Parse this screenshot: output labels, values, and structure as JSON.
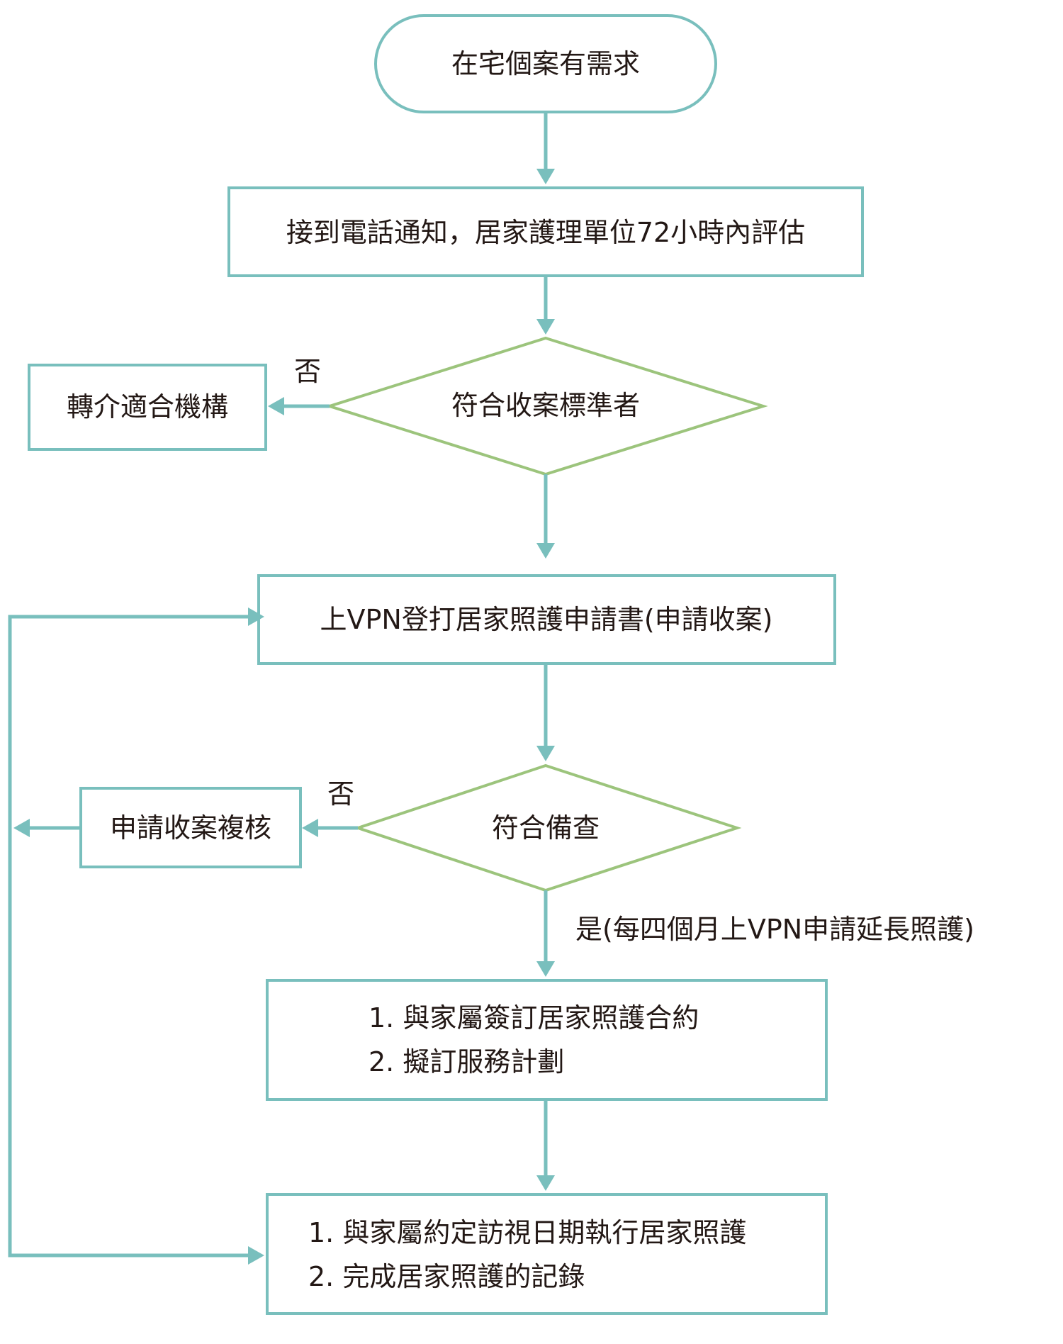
{
  "diagram": {
    "colors": {
      "box_stroke": "#79bfbd",
      "diamond_stroke": "#9cc47c",
      "arrow": "#79bfbd",
      "text": "#231815"
    },
    "nodes": {
      "start": "在宅個案有需求",
      "phone_notice": "接到電話通知，居家護理單位72小時內評估",
      "criteria_decision": "符合收案標準者",
      "referral": "轉介適合機構",
      "vpn_apply": "上VPN登打居家照護申請書(申請收案)",
      "record_decision": "符合備查",
      "review": "申請收案複核",
      "contract": [
        "1. 與家屬簽訂居家照護合約",
        "2. 擬訂服務計劃"
      ],
      "visit": [
        "1. 與家屬約定訪視日期執行居家照護",
        "2. 完成居家照護的記錄"
      ]
    },
    "edge_labels": {
      "criteria_no": "否",
      "record_no": "否",
      "record_yes": "是(每四個月上VPN申請延長照護)"
    }
  }
}
